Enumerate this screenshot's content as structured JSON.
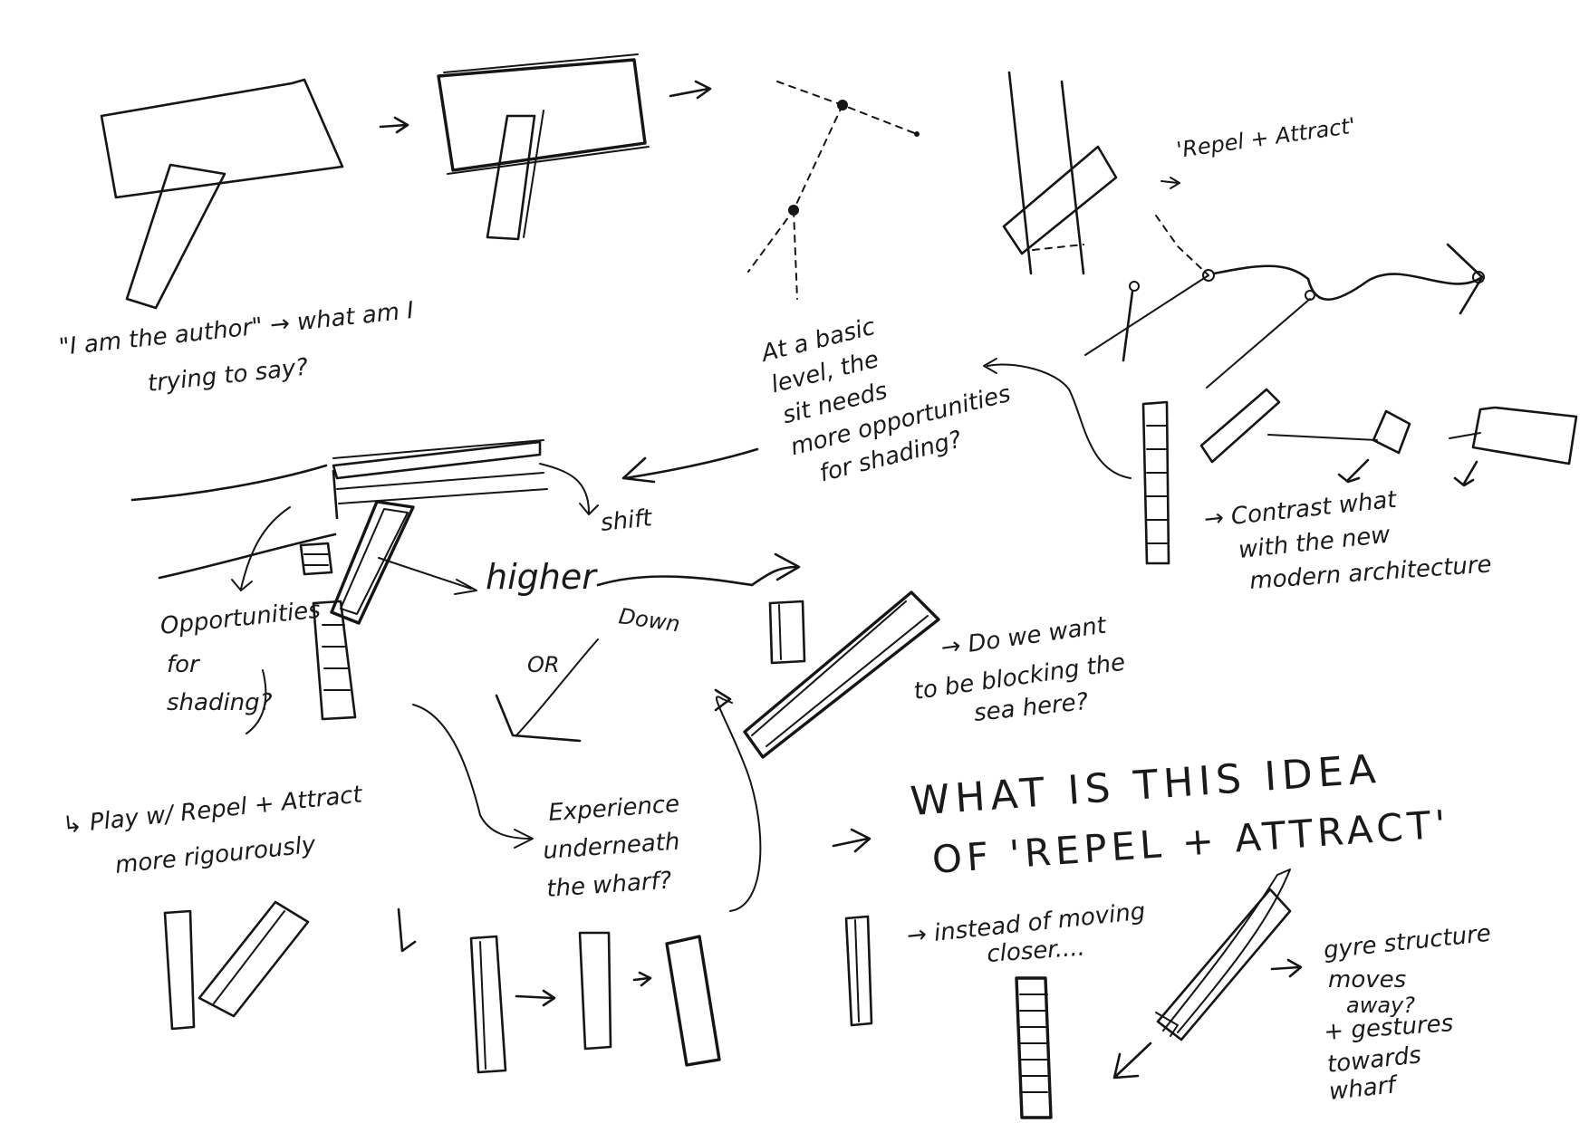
{
  "notes": {
    "author_line1": "\"I am the author\" → what am I",
    "author_line2": "trying to say?",
    "repel_attract": "'Repel + Attract'",
    "basic_level": [
      "At a basic",
      "level, the",
      "sit needs",
      "more opportunities",
      "for shading?"
    ],
    "higher": "higher",
    "shift": "shift",
    "down": "Down",
    "or": "OR",
    "opportunities": [
      "Opportunities",
      "for",
      "shading?"
    ],
    "contrast": [
      "→ Contrast what",
      "with the new",
      "modern architecture"
    ],
    "blocking": [
      "→ Do we want",
      "to be blocking the",
      "sea here?"
    ],
    "play": [
      "↳ Play w/ Repel + Attract",
      "more rigourously"
    ],
    "experience": [
      "Experience",
      "underneath",
      "the wharf?"
    ],
    "idea_line1": "WHAT  IS  THIS  IDEA",
    "idea_line2": "OF  'REPEL + ATTRACT'",
    "instead": [
      "→ instead of moving",
      "closer...."
    ],
    "gyre": [
      "gyre structure",
      "moves",
      "away?",
      "+ gestures",
      "towards",
      "wharf"
    ]
  }
}
